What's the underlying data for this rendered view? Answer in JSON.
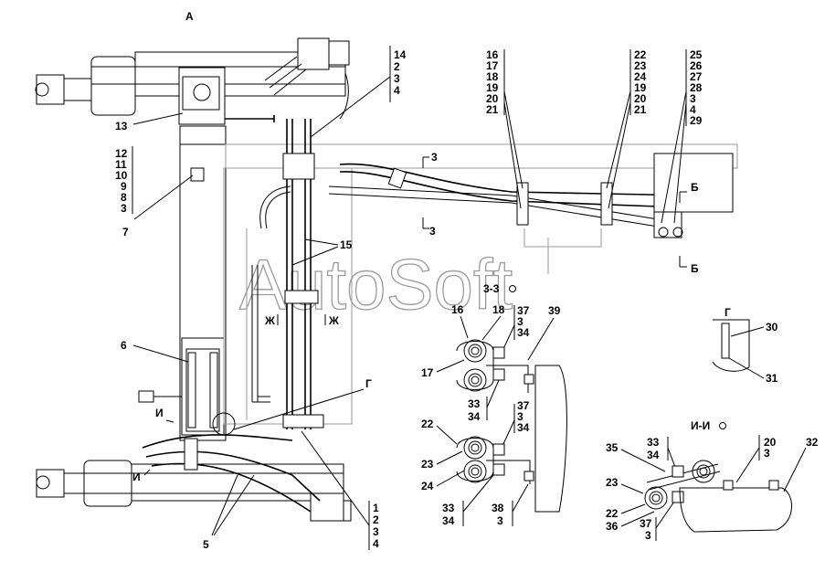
{
  "view_title": "А",
  "watermark": "AutoSoft",
  "section_titles": {
    "section_3_3": "3-3",
    "section_i_i": "И-И"
  },
  "section_marks": {
    "three": "3",
    "b": "Б",
    "zh": "Ж",
    "i": "И"
  },
  "detail_mark": "Г",
  "callout_stacks": {
    "top_left": [
      "12",
      "11",
      "10",
      "9",
      "8",
      "3"
    ],
    "top_pipe": [
      "14",
      "2",
      "3",
      "4"
    ],
    "clamp_a": [
      "16",
      "17",
      "18",
      "19",
      "20",
      "21"
    ],
    "clamp_b": [
      "22",
      "23",
      "24",
      "19",
      "20",
      "21"
    ],
    "clamp_c": [
      "25",
      "26",
      "27",
      "28",
      "3",
      "4",
      "29"
    ],
    "bottom_right": [
      "1",
      "2",
      "3",
      "4"
    ],
    "s33_a": [
      "37",
      "3",
      "34"
    ],
    "s33_b": [
      "33",
      "34"
    ],
    "s33_c": [
      "37",
      "3",
      "34"
    ],
    "s33_d": [
      "33",
      "34"
    ],
    "s33_e": [
      "38",
      "3"
    ],
    "ii_a": [
      "33",
      "34"
    ],
    "ii_b": [
      "20",
      "3"
    ],
    "ii_c": [
      "37",
      "3"
    ]
  },
  "callouts": {
    "n13": "13",
    "n7": "7",
    "n15": "15",
    "n6": "6",
    "n5": "5",
    "n16": "16",
    "n18": "18",
    "n39": "39",
    "n17": "17",
    "n22": "22",
    "n23": "23",
    "n24": "24",
    "n30": "30",
    "n31": "31",
    "n35": "35",
    "n32": "32",
    "n23b": "23",
    "n22b": "22",
    "n36": "36"
  }
}
